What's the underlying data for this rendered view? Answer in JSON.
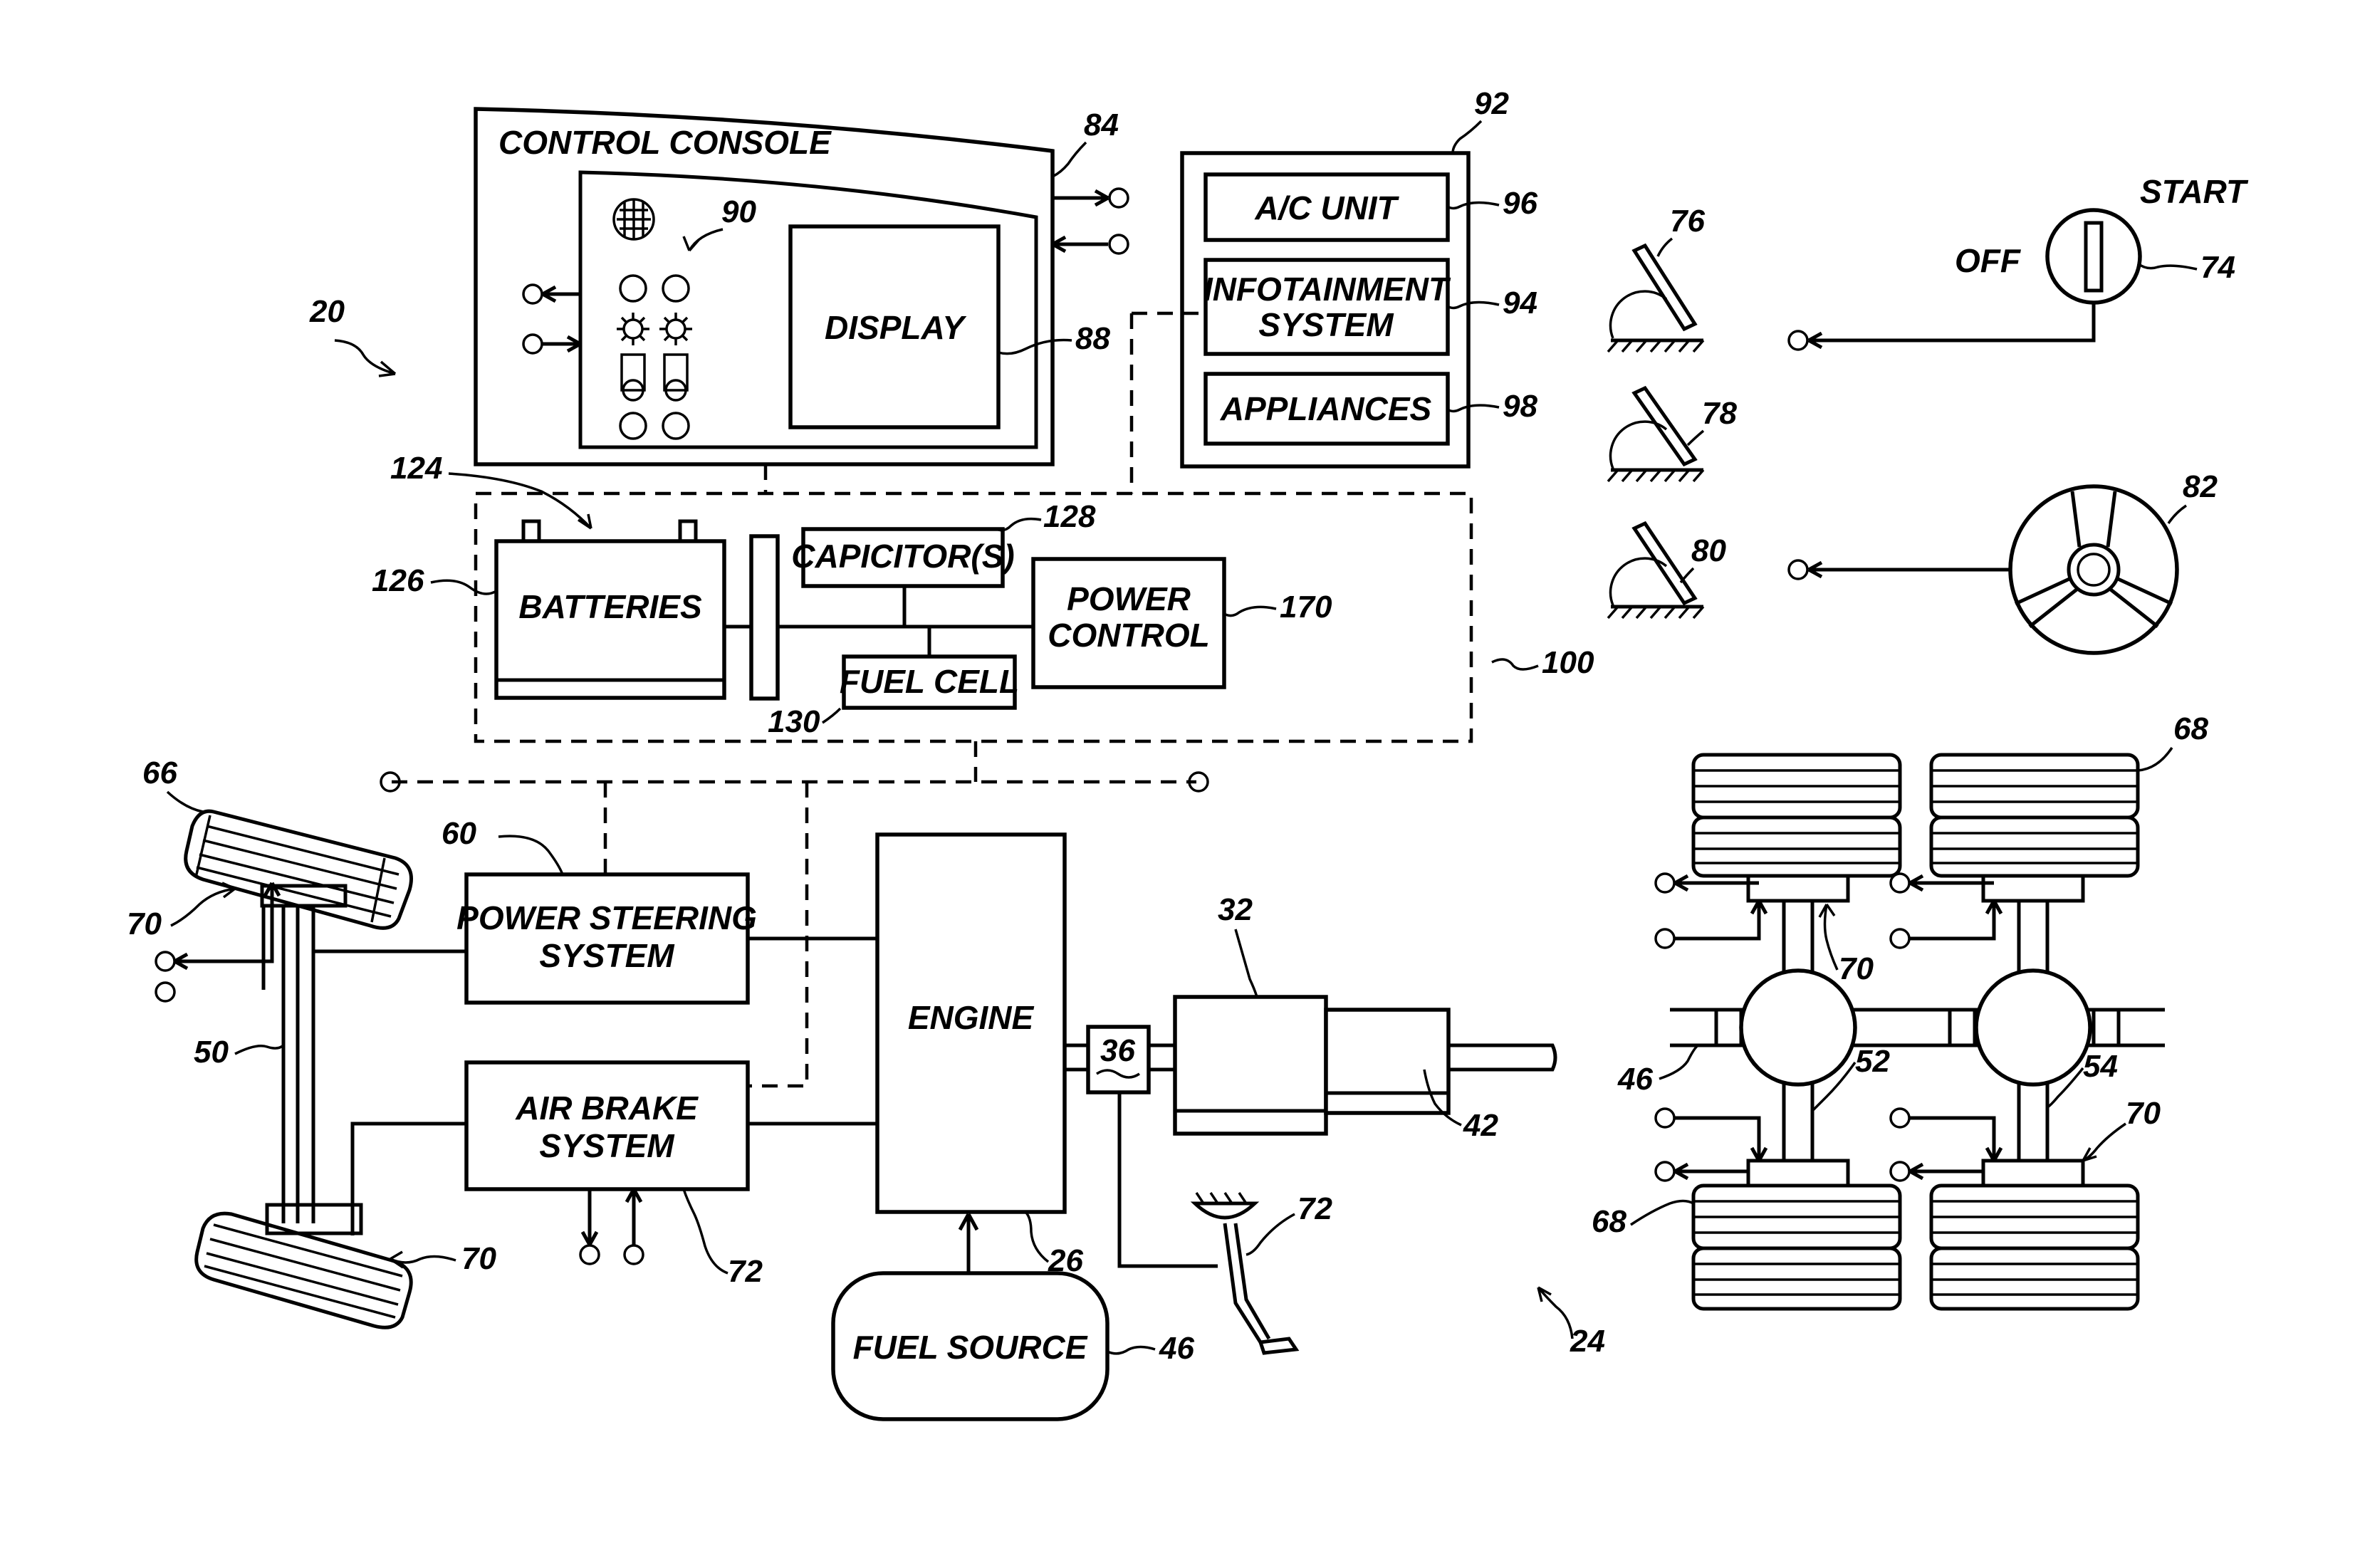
{
  "labels": {
    "control_console": "CONTROL CONSOLE",
    "display": "DISPLAY",
    "ac_unit": "A/C UNIT",
    "infotainment_1": "INFOTAINMENT",
    "infotainment_2": "SYSTEM",
    "appliances": "APPLIANCES",
    "batteries": "BATTERIES",
    "capacitors": "CAPICITOR(S)",
    "fuel_cell": "FUEL CELL",
    "power_control_1": "POWER",
    "power_control_2": "CONTROL",
    "power_steering_1": "POWER STEERING",
    "power_steering_2": "SYSTEM",
    "air_brake_1": "AIR BRAKE",
    "air_brake_2": "SYSTEM",
    "engine": "ENGINE",
    "fuel_source": "FUEL SOURCE",
    "off": "OFF",
    "start": "START"
  },
  "refs": {
    "r20": "20",
    "r84": "84",
    "r90": "90",
    "r88": "88",
    "r92": "92",
    "r96": "96",
    "r94": "94",
    "r98": "98",
    "r76": "76",
    "r78": "78",
    "r80": "80",
    "r74": "74",
    "r82": "82",
    "r124": "124",
    "r126": "126",
    "r128": "128",
    "r130": "130",
    "r170": "170",
    "r100": "100",
    "r66": "66",
    "r60": "60",
    "r70a": "70",
    "r50": "50",
    "r70b": "70",
    "r72a": "72",
    "r26": "26",
    "r32": "32",
    "r36": "36",
    "r42": "42",
    "r72b": "72",
    "r46a": "46",
    "r68a": "68",
    "r70c": "70",
    "r46b": "46",
    "r52": "52",
    "r54": "54",
    "r70d": "70",
    "r68b": "68",
    "r24": "24"
  }
}
